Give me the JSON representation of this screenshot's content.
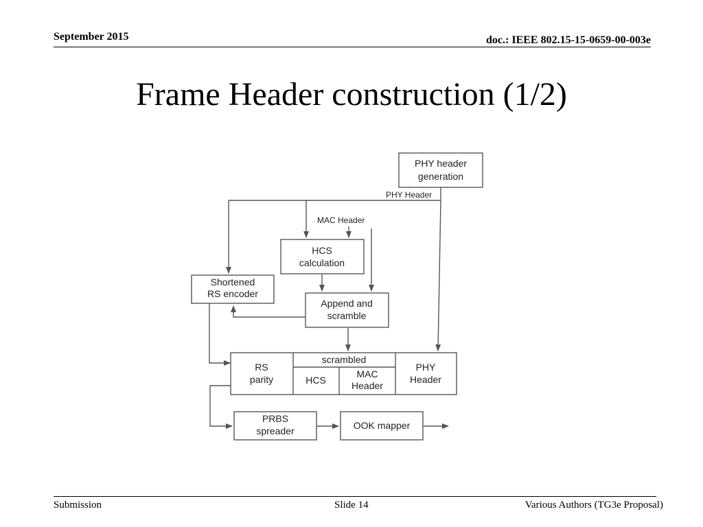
{
  "slide": {
    "date": "September 2015",
    "doc": "doc.: IEEE 802.15-15-0659-00-003e",
    "title": "Frame Header construction (1/2)",
    "footer_left": "Submission",
    "footer_center": "Slide 14",
    "footer_right": "Various Authors (TG3e Proposal)"
  },
  "diagram": {
    "phy_gen": [
      "PHY header",
      "generation"
    ],
    "phy_header_label": "PHY Header",
    "mac_header_label": "MAC Header",
    "hcs_calc": [
      "HCS",
      "calculation"
    ],
    "rs_encoder": [
      "Shortened",
      "RS encoder"
    ],
    "append": [
      "Append and",
      "scramble"
    ],
    "rs_parity": [
      "RS",
      "parity"
    ],
    "scrambled": "scrambled",
    "hcs": "HCS",
    "mac_header_cell": [
      "MAC",
      "Header"
    ],
    "phy_header_cell": [
      "PHY",
      "Header"
    ],
    "prbs": [
      "PRBS",
      "spreader"
    ],
    "ook": "OOK mapper"
  }
}
